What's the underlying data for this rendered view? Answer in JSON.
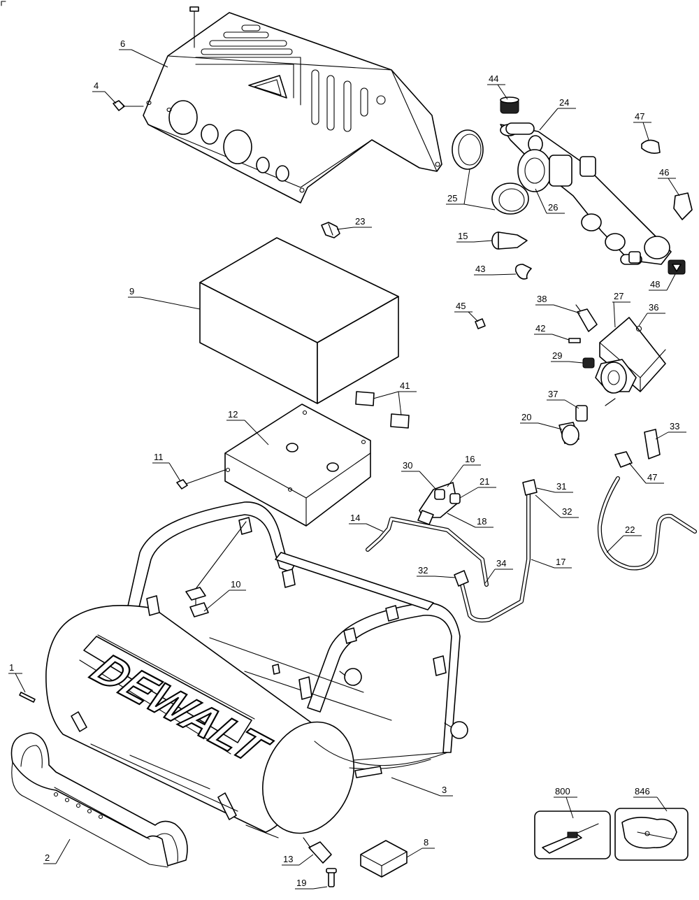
{
  "brand_text": "DEWALT",
  "callouts": [
    "1",
    "2",
    "3",
    "4",
    "6",
    "8",
    "9",
    "10",
    "11",
    "12",
    "13",
    "14",
    "15",
    "16",
    "17",
    "18",
    "19",
    "20",
    "21",
    "22",
    "23",
    "24",
    "25",
    "26",
    "27",
    "29",
    "30",
    "31",
    "32",
    "32",
    "33",
    "34",
    "36",
    "37",
    "38",
    "41",
    "42",
    "43",
    "44",
    "45",
    "46",
    "47",
    "47",
    "48",
    "800",
    "846"
  ]
}
